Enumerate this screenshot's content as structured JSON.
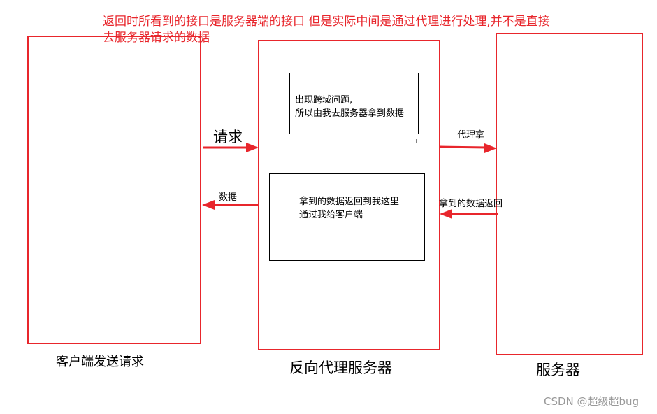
{
  "note": {
    "line1": "返回时所看到的接口是服务器端的接口  但是实际中间是通过代理进行处理,并不是直接",
    "line2": "去服务器请求的数据"
  },
  "client": {
    "caption": "客户端发送请求"
  },
  "proxy": {
    "caption": "反向代理服务器",
    "box1": {
      "line1": "出现跨域问题,",
      "line2": "所以由我去服务器拿到数据"
    },
    "box2": {
      "line1": "拿到的数据返回到我这里",
      "line2": "通过我给客户端"
    }
  },
  "server": {
    "caption": "服务器"
  },
  "arrows": {
    "request": "请求",
    "data": "数据",
    "proxy_fetch": "代理拿",
    "fetched_return": "拿到的数据返回"
  },
  "watermark": "CSDN @超级超bug",
  "colors": {
    "accent": "#e8262c",
    "text": "#000000",
    "watermark": "#9a9a9a"
  }
}
